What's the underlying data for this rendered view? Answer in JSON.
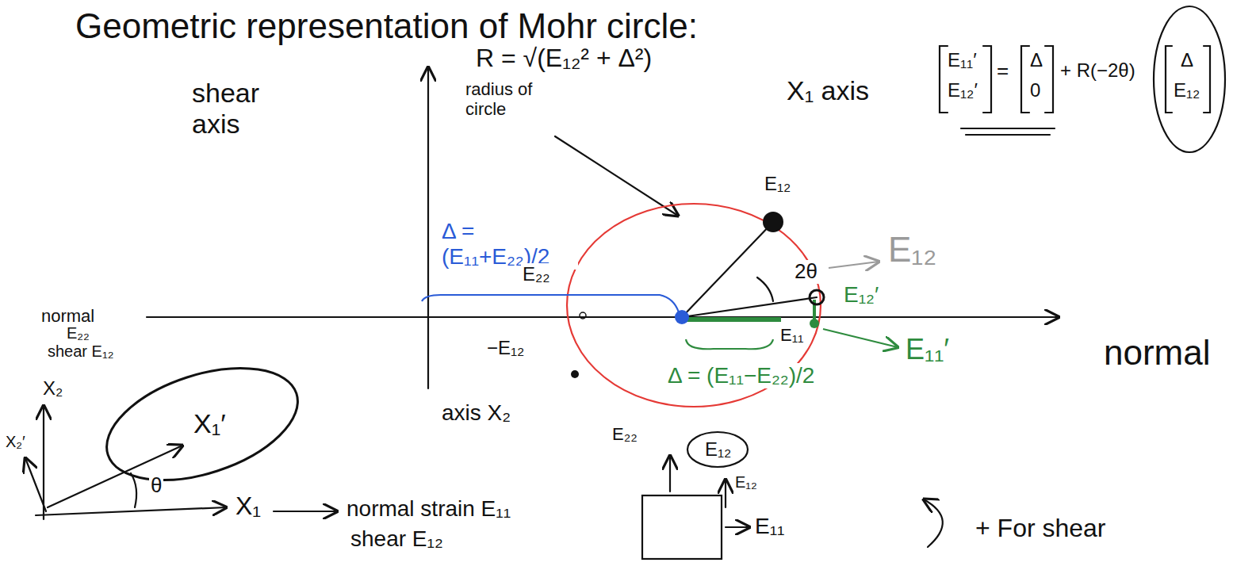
{
  "diagram": {
    "title": "Geometric representation of Mohr circle:",
    "labels": [
      "shear axis",
      "R = √(E₁₂² + Δ²)",
      "radius of circle",
      "X₁ axis",
      "E₁₁′",
      "E₁₂′",
      "=",
      "Δ",
      "0",
      "+ R(−2θ)",
      "Δ",
      "E₁₂",
      "E₁₂",
      "Δ = (E₁₁+E₂₂)/2",
      "E₂₂",
      "2θ",
      "E₁₂",
      "E₁₂′",
      "E₁₁′",
      "E₁₁",
      "−E₁₂",
      "Δ = (E₁₁−E₂₂)/2",
      "normal",
      "normal",
      "E₂₂",
      "shear E₁₂",
      "X₂",
      "X₂′",
      "X₁′",
      "θ",
      "X₁",
      "axis X₂",
      "normal strain E₁₁",
      "shear E₁₂",
      "E₂₂",
      "E₁₂",
      "E₁₂",
      "E₁₁",
      "+ For shear"
    ]
  }
}
